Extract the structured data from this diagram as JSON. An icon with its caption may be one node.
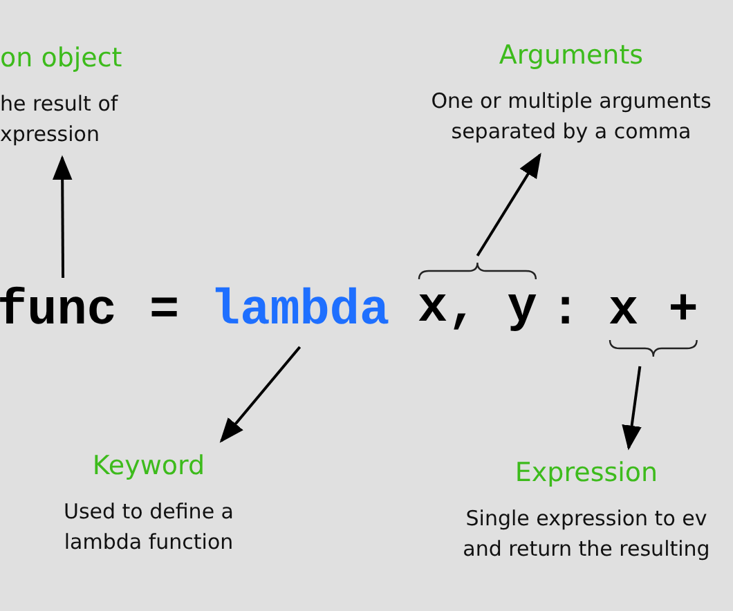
{
  "diagram": {
    "nodes": [
      {
        "text": [
          "on object",
          "he result of xpression"
        ]
      },
      {
        "text": [
          "Arguments",
          "One or multiple arguments separated by a comma"
        ]
      },
      {
        "text": [
          "func"
        ]
      },
      {
        "text": [
          "lambda"
        ]
      },
      {
        "text": [
          "x, y"
        ]
      },
      {
        "text": [
          "x +"
        ]
      },
      {
        "text": [
          "Keyword",
          "Used to define a lambda function"
        ]
      },
      {
        "text": [
          "Expression",
          "Single expression to ev and return the resulting"
        ]
      }
    ],
    "edges": [
      {
        "from": 2,
        "to": 0,
        "arrow": "to"
      },
      {
        "from": 4,
        "to": 1,
        "arrow": "to"
      },
      {
        "from": 3,
        "to": 6,
        "arrow": "to"
      },
      {
        "from": 5,
        "to": 7,
        "arrow": "to"
      }
    ],
    "labels": [
      "=",
      ":"
    ]
  }
}
